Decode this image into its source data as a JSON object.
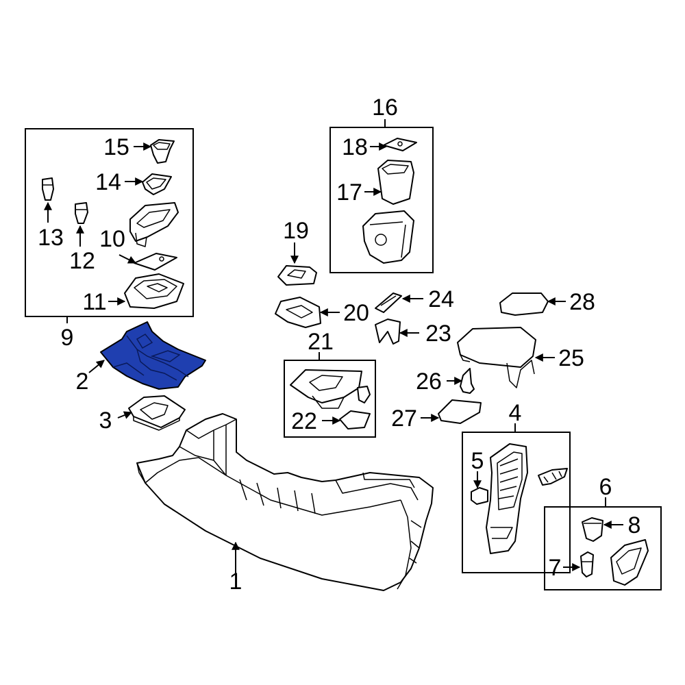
{
  "diagram": {
    "highlight_color": "#1f3fb0",
    "callouts": {
      "c1": "1",
      "c2": "2",
      "c3": "3",
      "c4": "4",
      "c5": "5",
      "c6": "6",
      "c7": "7",
      "c8": "8",
      "c9": "9",
      "c10": "10",
      "c11": "11",
      "c12": "12",
      "c13": "13",
      "c14": "14",
      "c15": "15",
      "c16": "16",
      "c17": "17",
      "c18": "18",
      "c19": "19",
      "c20": "20",
      "c21": "21",
      "c22": "22",
      "c23": "23",
      "c24": "24",
      "c25": "25",
      "c26": "26",
      "c27": "27",
      "c28": "28"
    }
  }
}
